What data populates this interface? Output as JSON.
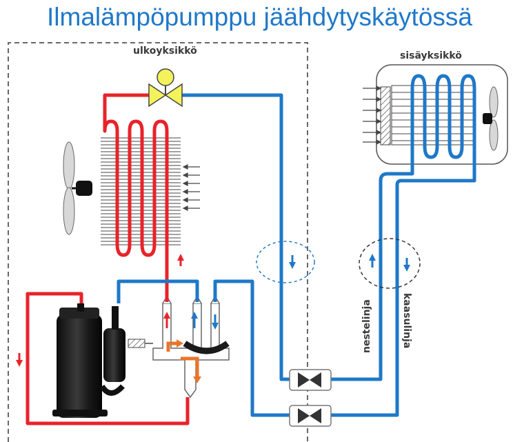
{
  "title": "Ilmalämpöpumppu jäähdytyskäytössä",
  "labels": {
    "outdoor_unit": "ulkoyksikkö",
    "indoor_unit": "sisäyksikkö",
    "liquid_line": "nestelinja",
    "gas_line": "kaasulinja"
  },
  "colors": {
    "title": "#1f78c8",
    "hot_line": "#e8232a",
    "cold_line": "#1f78c8",
    "arrow_orange": "#e8752a",
    "valve_yellow": "#f4f25a"
  }
}
